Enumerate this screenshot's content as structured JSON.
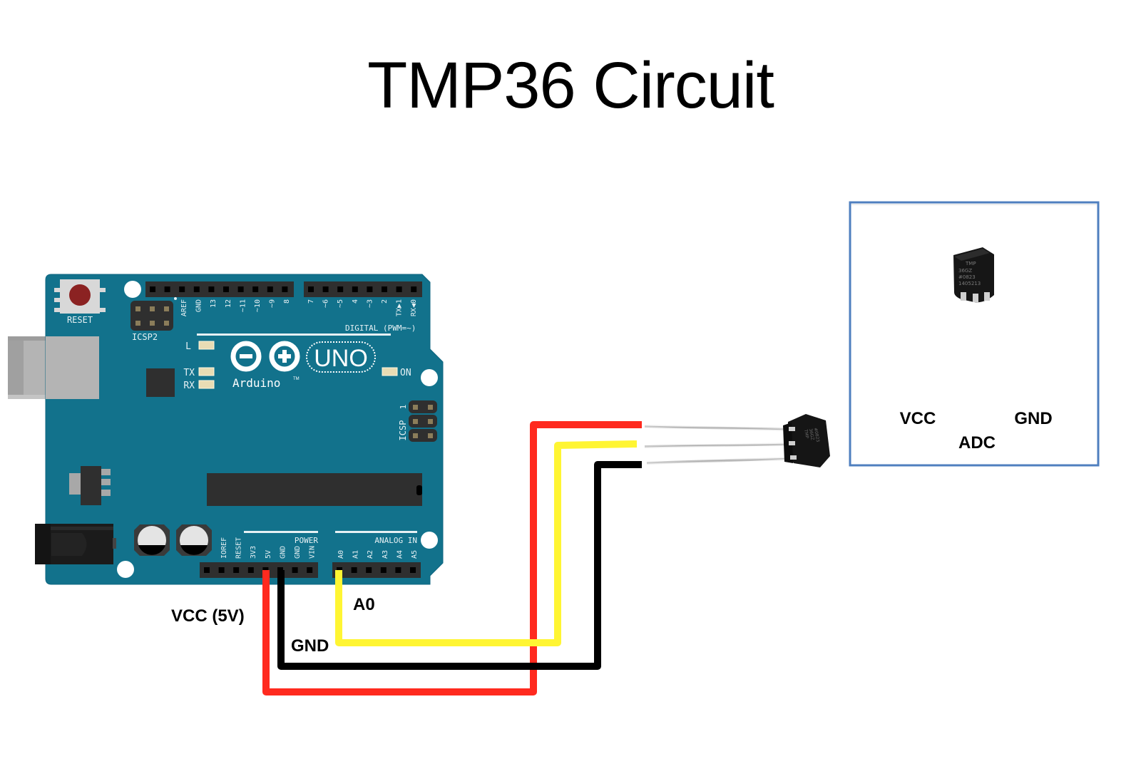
{
  "title": "TMP36 Circuit",
  "colors": {
    "board": "#12728c",
    "board_outline": "#0f6680",
    "header": "#2f2f2f",
    "silkscreen": "#e6f1f4",
    "reset_button": "#8b2222",
    "wire_vcc": "#ff2a1f",
    "wire_adc": "#fff533",
    "wire_gnd": "#000000",
    "inset_border": "#4f7fbf"
  },
  "arduino": {
    "model": "UNO",
    "brand": "Arduino",
    "trademark": "TM",
    "reset_label": "RESET",
    "icsp2_label": "ICSP2",
    "icsp_label": "ICSP",
    "icsp_pin1": "1",
    "led_labels": {
      "l": "L",
      "tx": "TX",
      "rx": "RX",
      "on": "ON"
    },
    "digital_header_label": "DIGITAL (PWM=~)",
    "digital_pins_left": [
      "AREF",
      "GND",
      "13",
      "12",
      "~11",
      "~10",
      "~9",
      "8"
    ],
    "digital_pins_right": [
      "7",
      "~6",
      "~5",
      "4",
      "~3",
      "2",
      "TX▶1",
      "RX◀0"
    ],
    "power_header_label": "POWER",
    "power_pins": [
      "IOREF",
      "RESET",
      "3V3",
      "5V",
      "GND",
      "GND",
      "VIN"
    ],
    "analog_header_label": "ANALOG IN",
    "analog_pins": [
      "A0",
      "A1",
      "A2",
      "A3",
      "A4",
      "A5"
    ]
  },
  "wire_labels": {
    "vcc": "VCC (5V)",
    "gnd": "GND",
    "a0": "A0"
  },
  "sensor": {
    "part": "TMP36",
    "marking": [
      "TMP",
      "36GZ",
      "#0823",
      "1405213"
    ]
  },
  "inset": {
    "pin_labels": {
      "vcc": "VCC",
      "adc": "ADC",
      "gnd": "GND"
    }
  }
}
